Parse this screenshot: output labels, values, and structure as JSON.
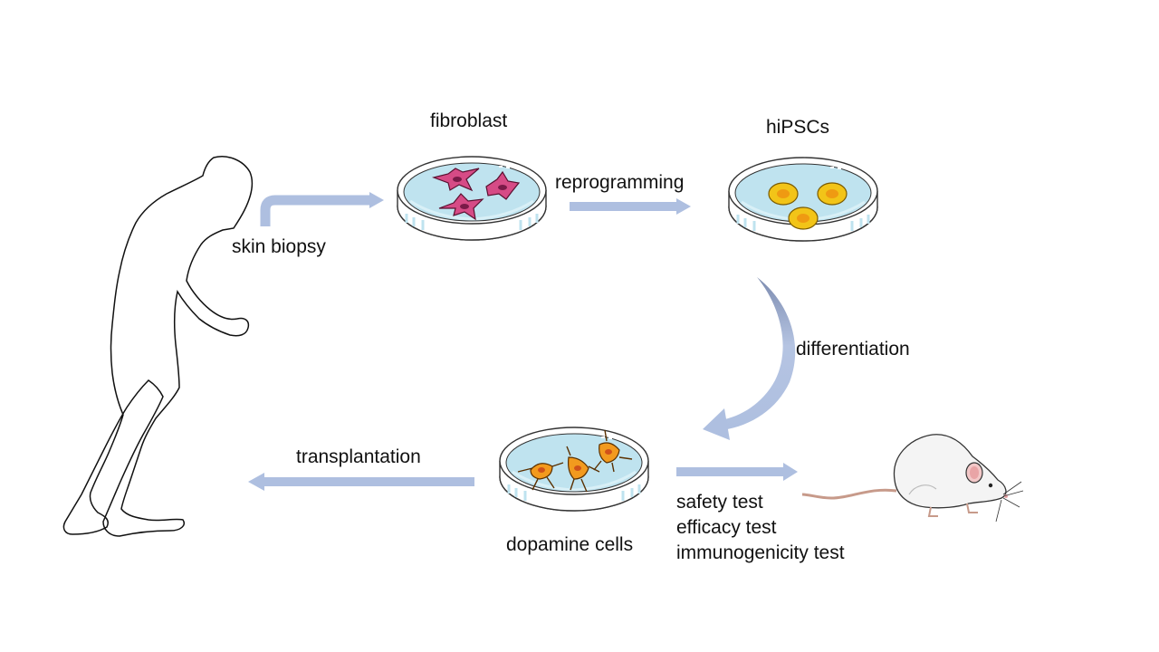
{
  "diagram": {
    "labels": {
      "fibroblast": "fibroblast",
      "hipscs": "hiPSCs",
      "skin_biopsy": "skin biopsy",
      "reprogramming": "reprogramming",
      "differentiation": "differentiation",
      "transplantation": "transplantation",
      "dopamine_cells": "dopamine cells"
    },
    "tests": [
      "safety test",
      "efficacy test",
      "immunogenicity test"
    ],
    "colors": {
      "arrow": "#aebfe0",
      "arrow_dark": "#8795b8",
      "dish_water": "#bfe3ef",
      "dish_outline": "#333333",
      "fibroblast_cell": "#d64b86",
      "ipsc_colony": "#f2c418",
      "dopamine_cell": "#f29a1e"
    }
  }
}
